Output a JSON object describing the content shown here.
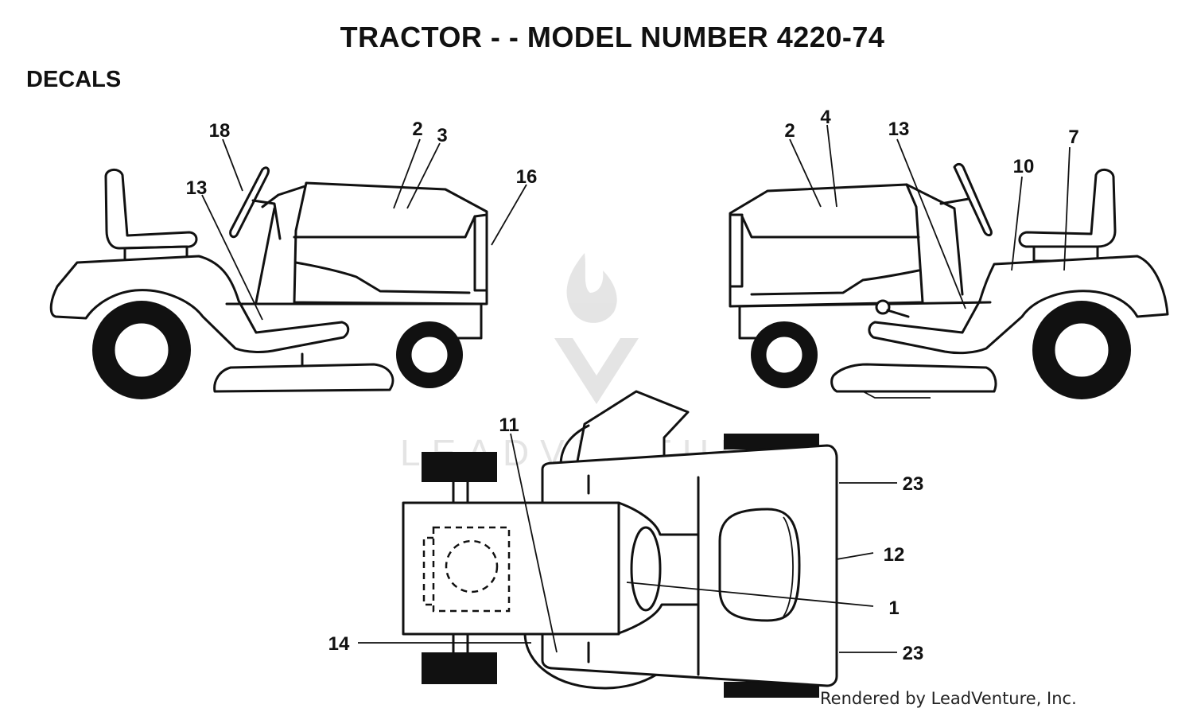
{
  "header": {
    "title": "TRACTOR - - MODEL NUMBER 4220-74",
    "section": "DECALS"
  },
  "callouts": {
    "left_view": [
      "18",
      "2",
      "3",
      "16",
      "13"
    ],
    "right_view": [
      "2",
      "4",
      "13",
      "10",
      "7"
    ],
    "top_view": [
      "11",
      "23",
      "12",
      "1",
      "14",
      "23"
    ]
  },
  "watermark": {
    "text": "LEADVENTURE",
    "color": "#e2e2e2"
  },
  "footer": {
    "credit": "Rendered by LeadVenture, Inc."
  }
}
